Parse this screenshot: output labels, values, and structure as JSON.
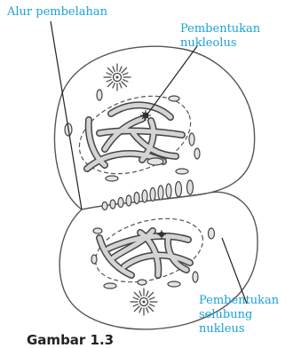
{
  "labels": {
    "cleavage_furrow": "Alur pembelahan",
    "nucleolus_line1": "Pembentukan",
    "nucleolus_line2": "nukleolus",
    "envelope_line1": "Pembentukan",
    "envelope_line2": "selubung",
    "envelope_line3": "nukleus"
  },
  "caption": "Gambar 1.3",
  "colors": {
    "label_text": "#1aa1d8",
    "outline": "#444444",
    "chromosome_fill": "#d4d4d4",
    "leader_line": "#222222"
  }
}
